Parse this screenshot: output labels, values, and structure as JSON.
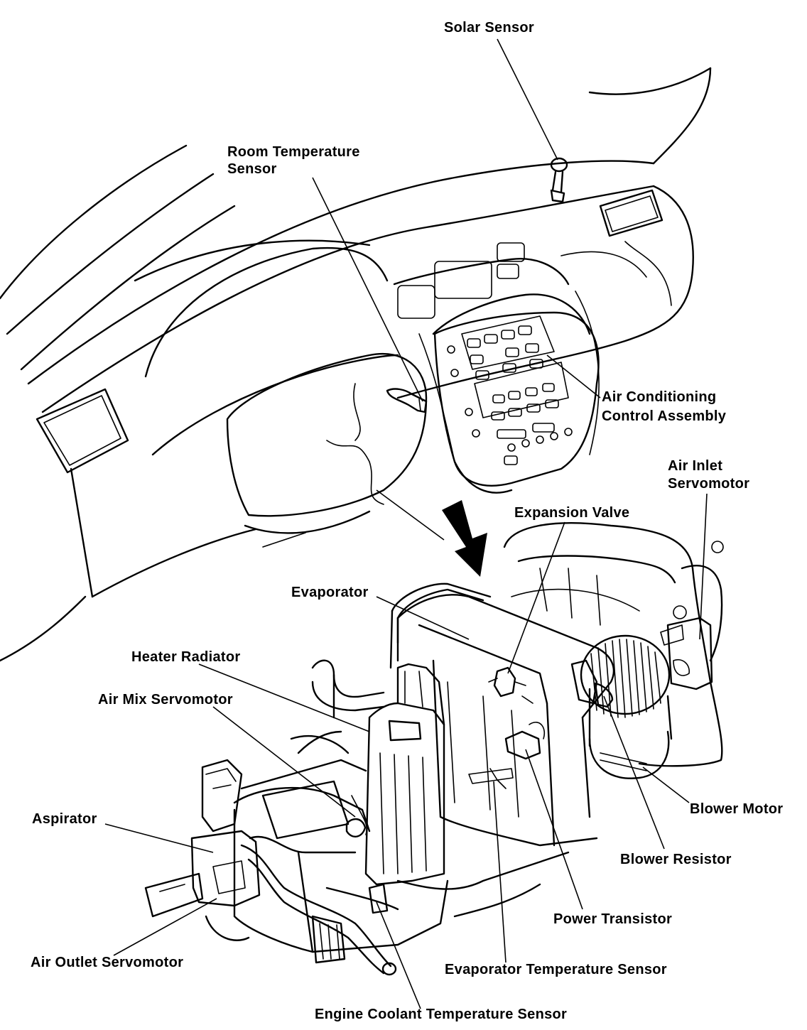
{
  "labels": {
    "solar_sensor": "Solar Sensor",
    "room_temp_sensor_line1": "Room Temperature",
    "room_temp_sensor_line2": "Sensor",
    "ac_control_line1": "Air Conditioning",
    "ac_control_line2": "Control Assembly",
    "air_inlet_line1": "Air Inlet",
    "air_inlet_line2": "Servomotor",
    "expansion_valve": "Expansion Valve",
    "evaporator": "Evaporator",
    "heater_radiator": "Heater Radiator",
    "air_mix_servomotor": "Air Mix Servomotor",
    "aspirator": "Aspirator",
    "air_outlet_servomotor": "Air Outlet Servomotor",
    "engine_coolant_sensor": "Engine Coolant Temperature Sensor",
    "evaporator_temp_sensor": "Evaporator Temperature Sensor",
    "power_transistor": "Power Transistor",
    "blower_resistor": "Blower Resistor",
    "blower_motor": "Blower Motor"
  }
}
